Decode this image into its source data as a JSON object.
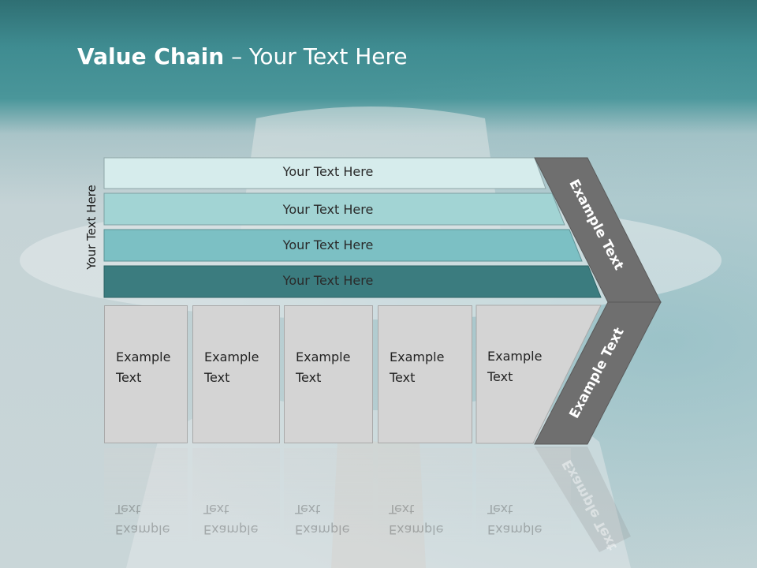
{
  "title": {
    "bold": "Value Chain",
    "rest": " – Your Text Here"
  },
  "side_label": "Your Text Here",
  "bars": [
    {
      "label": "Your Text Here",
      "color": "#d6ecec"
    },
    {
      "label": "Your Text Here",
      "color": "#a2d4d4"
    },
    {
      "label": "Your Text Here",
      "color": "#7cc0c4"
    },
    {
      "label": "Your Text Here",
      "color": "#3b7c7f"
    }
  ],
  "boxes": [
    {
      "line1": "Example",
      "line2": "Text"
    },
    {
      "line1": "Example",
      "line2": "Text"
    },
    {
      "line1": "Example",
      "line2": "Text"
    },
    {
      "line1": "Example",
      "line2": "Text"
    },
    {
      "line1": "Example",
      "line2": "Text"
    }
  ],
  "chevron": {
    "top_label": "Example Text",
    "bottom_label": "Example Text",
    "color": "#6f6f6f"
  }
}
